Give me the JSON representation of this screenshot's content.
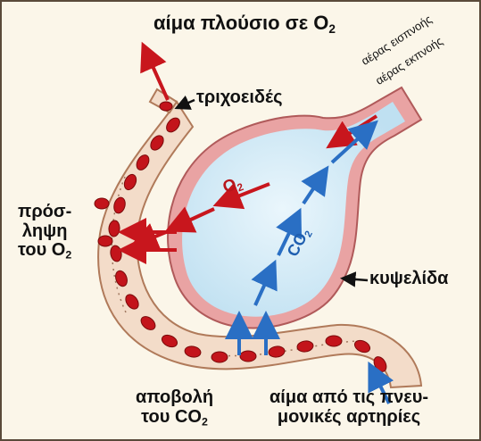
{
  "labels": {
    "title": "αίμα πλούσιο σε O",
    "title_sub": "2",
    "capillaries": "τριχοειδές",
    "uptake_line1": "πρόσ-",
    "uptake_line2": "ληψη",
    "uptake_line3": "του O",
    "uptake_sub": "2",
    "alveolus": "κυψελίδα",
    "release_line1": "αποβολή",
    "release_line2": "του CO",
    "release_sub": "2",
    "pulm_line1": "αίμα από τις πνευ-",
    "pulm_line2": "μονικές αρτηρίες",
    "air_in": "αέρας εισπνοής",
    "air_out": "αέρας εκπνοής",
    "o2_inside": "O",
    "o2_inside_sub": "2",
    "co2_inside": "CO",
    "co2_inside_sub": "2"
  },
  "colors": {
    "oxygen_arrow": "#c8161d",
    "co2_arrow": "#2a6fc4",
    "red_cell": "#c3141b",
    "alveolus_fill": "#cfe8f5",
    "wall": "#e9a3a3",
    "vessel": "#f3dcc9"
  }
}
